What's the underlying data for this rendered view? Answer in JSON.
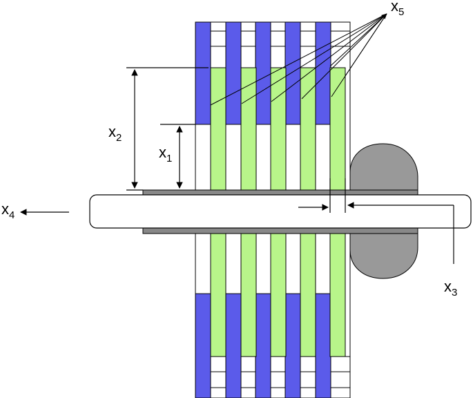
{
  "labels": {
    "x1": {
      "main": "x",
      "sub": "1"
    },
    "x2": {
      "main": "x",
      "sub": "2"
    },
    "x3": {
      "main": "x",
      "sub": "3"
    },
    "x4": {
      "main": "x",
      "sub": "4"
    },
    "x5": {
      "main": "x",
      "sub": "5"
    }
  },
  "colors": {
    "blue_plate": "#5b5bea",
    "green_plate": "#b8f58a",
    "shaft_gray": "#888888",
    "hub_gray": "#999999",
    "outline": "#000000",
    "background": "#ffffff"
  }
}
